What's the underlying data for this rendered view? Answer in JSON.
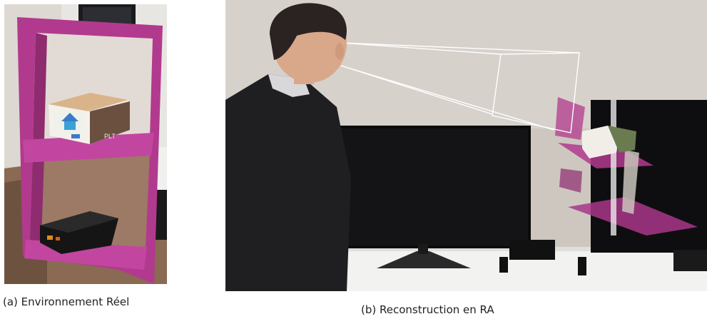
{
  "figure": {
    "panels": [
      {
        "id": "a",
        "caption": "(a) Environnement Réel",
        "box_label": "PLT"
      },
      {
        "id": "b",
        "caption": "(b) Reconstruction en RA"
      }
    ]
  },
  "colors": {
    "shelf": "#b23a8e",
    "shelf_dark": "#7a1f5c",
    "wall": "#cfcac3",
    "tv_black": "#0c0c0c",
    "suit": "#1f1f22",
    "frustum_line": "#ffffff"
  }
}
